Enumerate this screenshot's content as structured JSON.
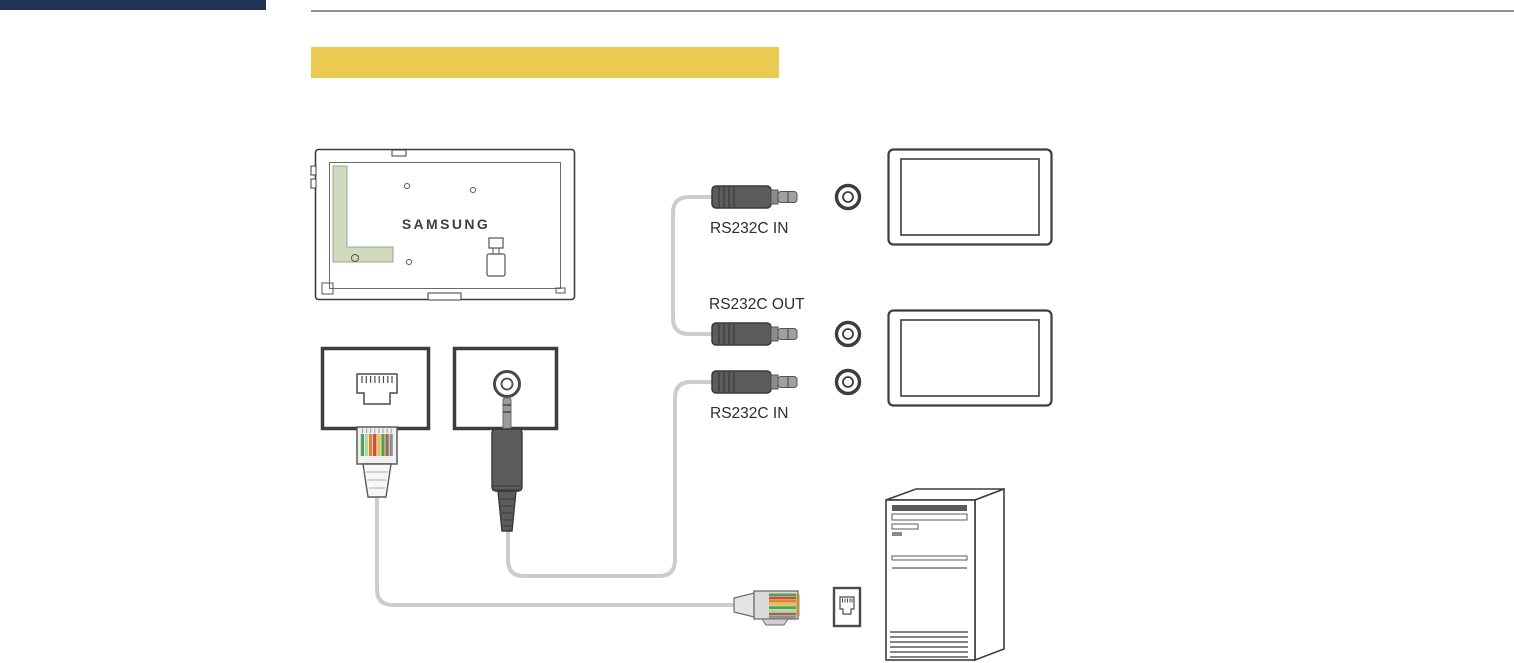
{
  "colors": {
    "navy": "#1e3355",
    "rule": "#8f8f8f",
    "highlight": "#ecc94f",
    "ink": "#3d3d3d",
    "cable": "#cccccc",
    "plug": "#5c5c5c",
    "boardgreen": "#cfdabf",
    "text": "#2d2d2d"
  },
  "header": {
    "heading_text": ""
  },
  "diagram": {
    "display_brand": "SAMSUNG",
    "labels": {
      "top_plug": "RS232C IN",
      "middle_plug": "RS232C OUT",
      "bottom_plug": "RS232C IN"
    }
  }
}
